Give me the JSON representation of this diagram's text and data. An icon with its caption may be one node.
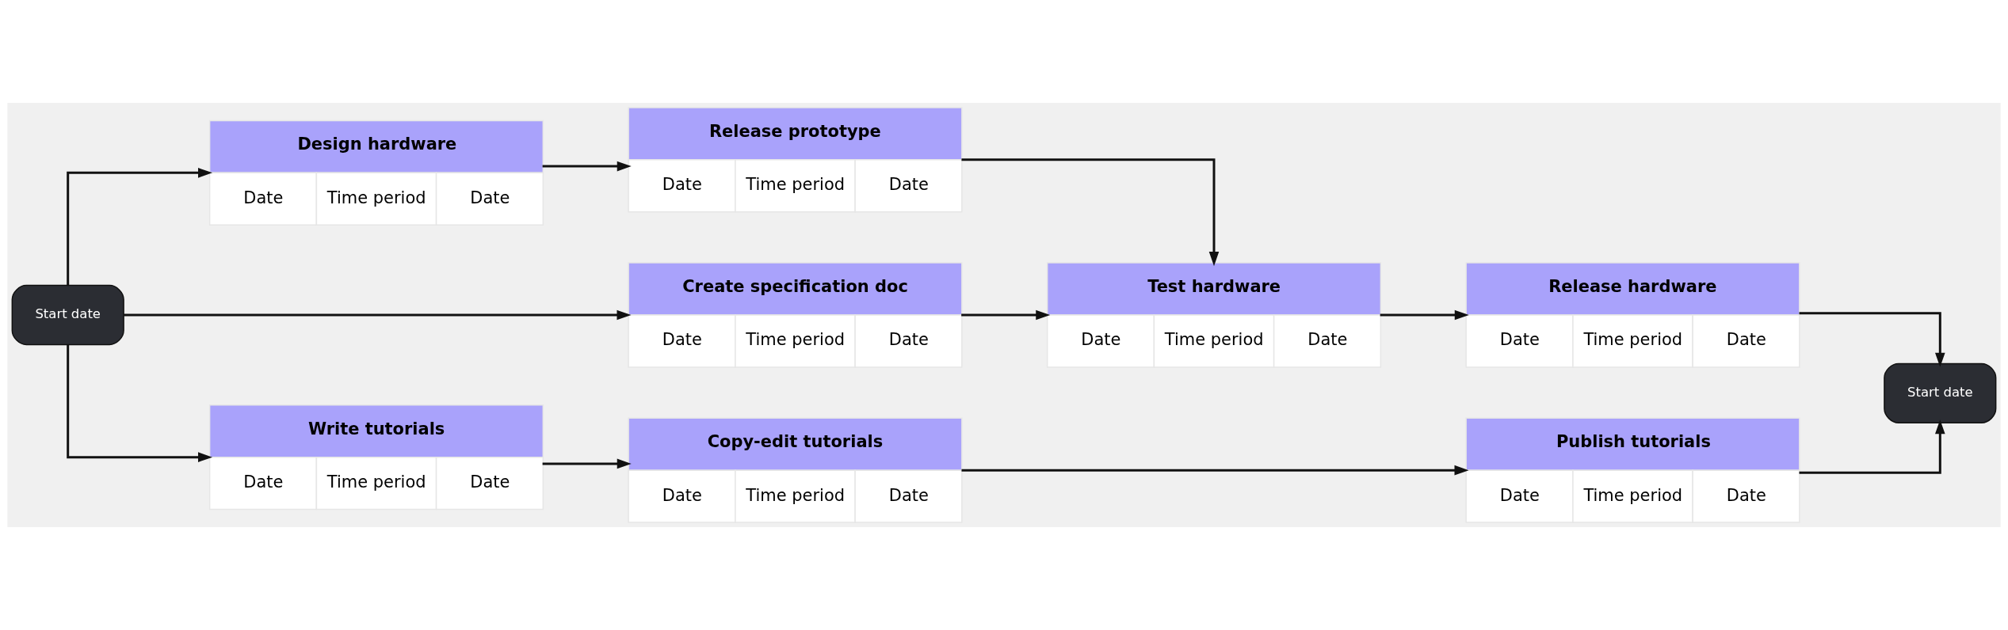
{
  "diagram": {
    "nodes": [
      {
        "text": [
          "Start date"
        ]
      },
      {
        "text": [
          "Design hardware",
          "Date",
          "Time period",
          "Date"
        ]
      },
      {
        "text": [
          "Release prototype",
          "Date",
          "Time period",
          "Date"
        ]
      },
      {
        "text": [
          "Release hardware",
          "Date",
          "Time period",
          "Date"
        ]
      },
      {
        "text": [
          "Create specification doc",
          "Date",
          "Time period",
          "Date"
        ]
      },
      {
        "text": [
          "Test hardware",
          "Date",
          "Time period",
          "Date"
        ]
      },
      {
        "text": [
          "Write tutorials",
          "Date",
          "Time period",
          "Date"
        ]
      },
      {
        "text": [
          "Copy-edit tutorials",
          "Date",
          "Time period",
          "Date"
        ]
      },
      {
        "text": [
          "Publish tutorials",
          "Date",
          "Time period",
          "Date"
        ]
      },
      {
        "text": [
          "Start date"
        ]
      }
    ],
    "edges": [
      {
        "from": 0,
        "to": 1,
        "arrow": "to"
      },
      {
        "from": 0,
        "to": 4,
        "arrow": "to"
      },
      {
        "from": 0,
        "to": 6,
        "arrow": "to"
      },
      {
        "from": 1,
        "to": 2,
        "arrow": "to"
      },
      {
        "from": 2,
        "to": 5,
        "arrow": "to"
      },
      {
        "from": 4,
        "to": 5,
        "arrow": "to"
      },
      {
        "from": 5,
        "to": 3,
        "arrow": "to"
      },
      {
        "from": 3,
        "to": 9,
        "arrow": "to"
      },
      {
        "from": 6,
        "to": 7,
        "arrow": "to"
      },
      {
        "from": 7,
        "to": 8,
        "arrow": "to"
      },
      {
        "from": 8,
        "to": 9,
        "arrow": "to"
      }
    ]
  }
}
